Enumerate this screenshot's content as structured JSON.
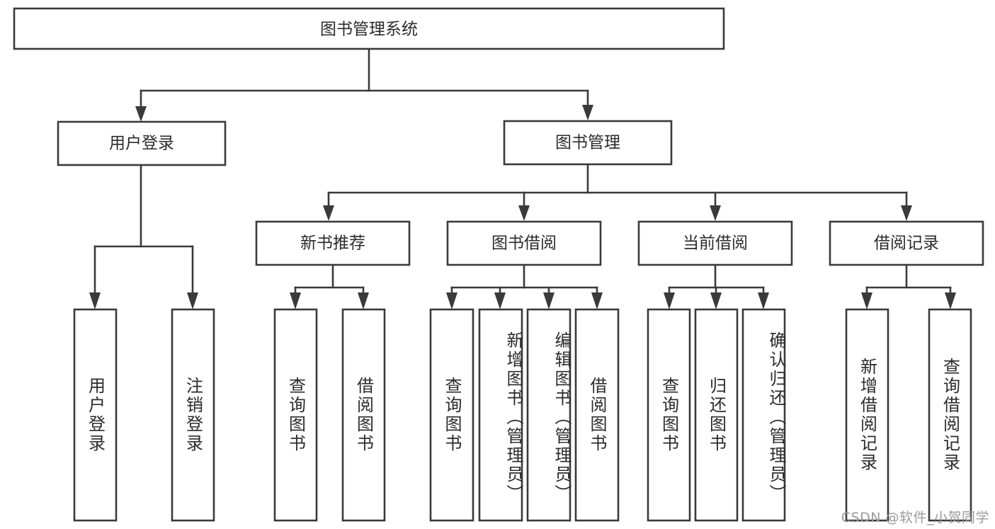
{
  "diagram": {
    "title": "图书管理系统",
    "type": "tree",
    "root": {
      "id": "root",
      "label": "图书管理系统"
    },
    "level1": [
      {
        "id": "user-login",
        "label": "用户登录"
      },
      {
        "id": "book-manage",
        "label": "图书管理"
      }
    ],
    "level2": [
      {
        "id": "new-book-recommend",
        "label": "新书推荐",
        "parent": "book-manage"
      },
      {
        "id": "book-borrow",
        "label": "图书借阅",
        "parent": "book-manage"
      },
      {
        "id": "current-borrow",
        "label": "当前借阅",
        "parent": "book-manage"
      },
      {
        "id": "borrow-record",
        "label": "借阅记录",
        "parent": "book-manage"
      }
    ],
    "leaves": [
      {
        "id": "leaf-user-login",
        "label": "用户登录",
        "parent": "user-login"
      },
      {
        "id": "leaf-logout",
        "label": "注销登录",
        "parent": "user-login"
      },
      {
        "id": "leaf-query-book-1",
        "label": "查询图书",
        "parent": "new-book-recommend"
      },
      {
        "id": "leaf-borrow-book-1",
        "label": "借阅图书",
        "parent": "new-book-recommend"
      },
      {
        "id": "leaf-query-book-2",
        "label": "查询图书",
        "parent": "book-borrow"
      },
      {
        "id": "leaf-add-book",
        "label": "新增图书（管理员）",
        "parent": "book-borrow"
      },
      {
        "id": "leaf-edit-book",
        "label": "编辑图书（管理员）",
        "parent": "book-borrow"
      },
      {
        "id": "leaf-borrow-book-2",
        "label": "借阅图书",
        "parent": "book-borrow"
      },
      {
        "id": "leaf-query-book-3",
        "label": "查询图书",
        "parent": "current-borrow"
      },
      {
        "id": "leaf-return-book",
        "label": "归还图书",
        "parent": "current-borrow"
      },
      {
        "id": "leaf-confirm-return",
        "label": "确认归还（管理员）",
        "parent": "current-borrow"
      },
      {
        "id": "leaf-add-record",
        "label": "新增借阅记录",
        "parent": "borrow-record"
      },
      {
        "id": "leaf-query-record",
        "label": "查询借阅记录",
        "parent": "borrow-record"
      }
    ],
    "colors": {
      "box_stroke": "#3a3a3a",
      "box_fill": "#ffffff",
      "text": "#2b2b2b",
      "background": "#ffffff",
      "watermark": "#9a9a9a"
    }
  },
  "watermark": {
    "text": "CSDN @软件_小贺同学"
  }
}
